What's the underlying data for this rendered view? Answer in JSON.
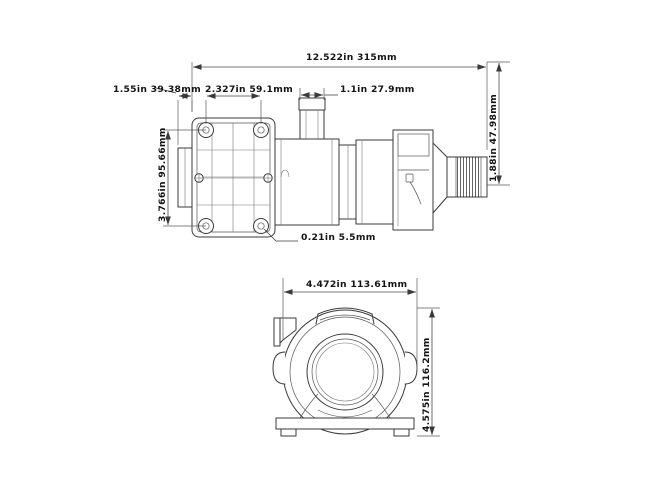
{
  "document": {
    "type": "engineering-drawing",
    "subject": "centrifugal water pump",
    "background_color": "#ffffff",
    "line_color": "#3a3a3a",
    "text_color": "#141414"
  },
  "views": {
    "top": {
      "name": "side-elevation-view",
      "label": ""
    },
    "bottom": {
      "name": "front-elevation-view",
      "label": ""
    }
  },
  "dimensions": {
    "overall_length": "12.522in 315mm",
    "flange_offset": "1.55in 39.38mm",
    "hole_spacing_horizontal": "2.327in 59.1mm",
    "inlet_port_width": "1.1in 27.9mm",
    "flange_height": "3.766in 95.66mm",
    "hole_diameter": "0.21in 5.5mm",
    "outlet_height": "1.88in 47.98mm",
    "front_width": "4.472in 113.61mm",
    "front_height": "4.575in 116.2mm"
  }
}
